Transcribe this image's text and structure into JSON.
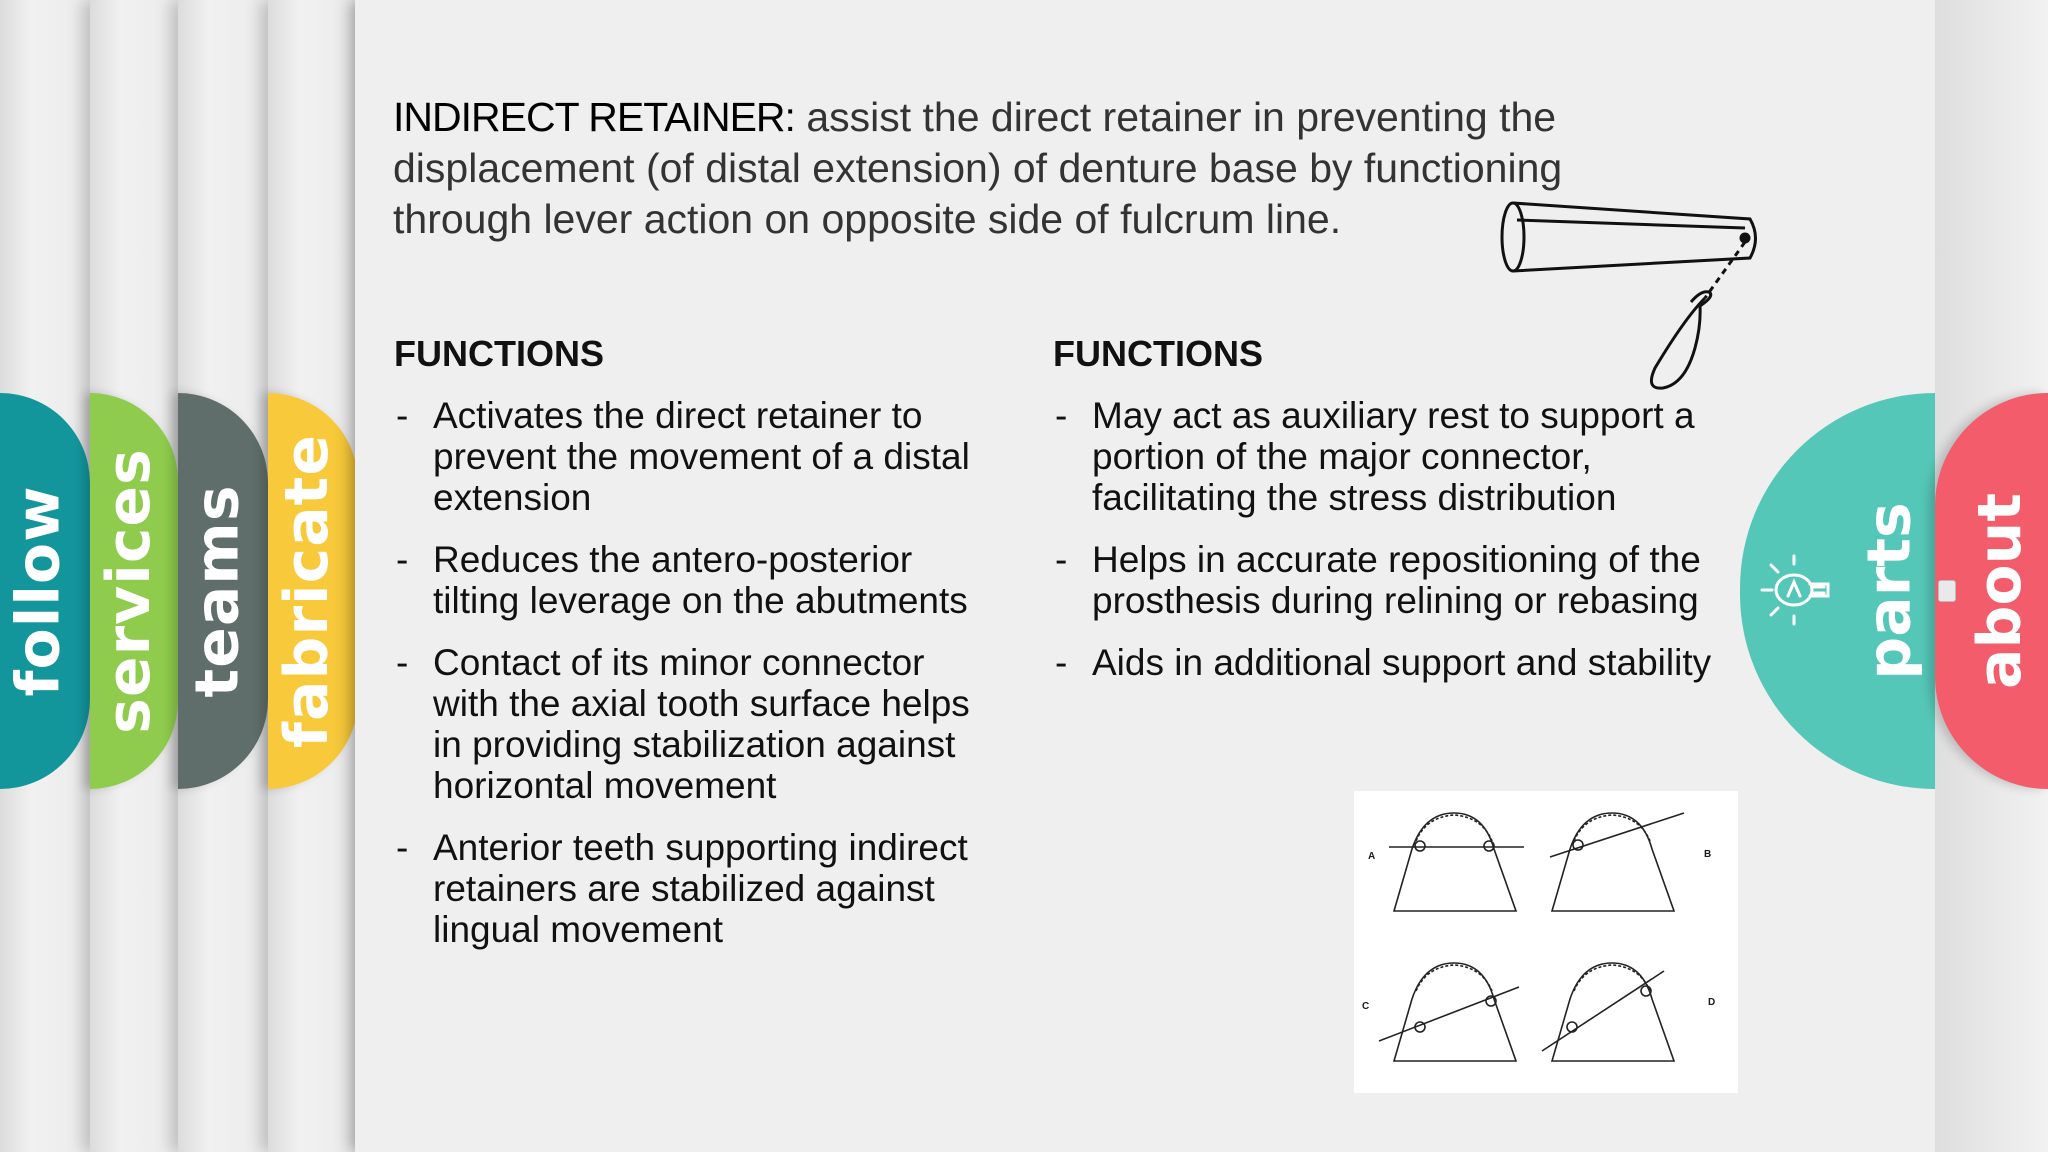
{
  "nav": {
    "left_tabs": [
      {
        "label": "follow",
        "color": "#13959c"
      },
      {
        "label": "services",
        "color": "#8fcb4c"
      },
      {
        "label": "teams",
        "color": "#5f6e6a"
      },
      {
        "label": "fabricate",
        "color": "#f8c93a"
      }
    ],
    "right_tabs": [
      {
        "label": "parts",
        "color": "#55c7b8",
        "icon": "lightbulb-icon"
      },
      {
        "label": "about",
        "color": "#f25c6b"
      }
    ]
  },
  "intro": {
    "term": "INDIRECT RETAINER:",
    "definition": " assist the direct retainer in preventing the displacement (of distal extension) of denture base by functioning through lever action on opposite side of fulcrum line."
  },
  "left_column": {
    "heading": "FUNCTIONS",
    "items": [
      "Activates the direct retainer to prevent the movement of a distal extension",
      "Reduces the antero-posterior tilting leverage on the abutments",
      "Contact of its minor connector with the axial tooth surface helps in providing stabilization against horizontal movement",
      "Anterior teeth supporting indirect retainers are stabilized against lingual movement"
    ]
  },
  "right_column": {
    "heading": "FUNCTIONS",
    "items": [
      "May act as auxiliary rest to support a portion of the major connector, facilitating the stress distribution",
      "Helps in accurate repositioning of the prosthesis during relining or rebasing",
      "Aids in additional support and stability"
    ]
  },
  "figure": {
    "panel_labels": [
      "A",
      "B",
      "C",
      "D"
    ]
  }
}
